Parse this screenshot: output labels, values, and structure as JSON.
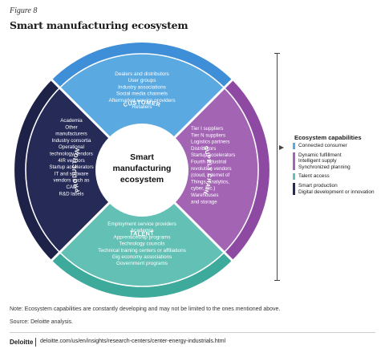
{
  "header": {
    "figure_label": "Figure 8",
    "title": "Smart manufacturing ecosystem"
  },
  "center": {
    "lines": [
      "Smart",
      "manufacturing",
      "ecosystem"
    ]
  },
  "segments": {
    "customer": {
      "label": "CUSTOMER",
      "color": "#5aa9e0",
      "ring_color": "#3f8ed8",
      "items": [
        "Dealers and distributors",
        "User groups",
        "Industry associations",
        "Social media channels",
        "Aftermarket service providers",
        "Retailers"
      ]
    },
    "supply_chain": {
      "label": "SUPPLY CHAIN",
      "color": "#a364b4",
      "ring_color": "#8e4aa2",
      "items": [
        "Tier I suppliers",
        "Tier N suppliers",
        "Logistics partners",
        "Distributors",
        "Startup accelerators",
        "Fourth industrial",
        "revolution vendors",
        "(cloud, Internet of",
        "Things, analytics,",
        "cyber, etc.)",
        "Warehouses",
        "and storage"
      ]
    },
    "talent": {
      "label": "TALENT",
      "color": "#62c0b4",
      "ring_color": "#3eaa9c",
      "items": [
        "Employment service providers",
        "Academia",
        "Apprenticeship programs",
        "Technology councils",
        "Technical training centers or affiliations",
        "Gig economy associations",
        "Government programs"
      ]
    },
    "production": {
      "label": "PRODUCTION",
      "color": "#252a57",
      "ring_color": "#1e2248",
      "items": [
        "Academia",
        "Other",
        "manufacturers",
        "Industry consortia",
        "Operational",
        "technology vendors",
        "4IR vendors",
        "Startup accelerators",
        "IT and software",
        "vendors such as",
        "CAD",
        "R&D labels"
      ]
    }
  },
  "capabilities": {
    "heading": "Ecosystem capabilities",
    "groups": [
      {
        "color": "#5aa9e0",
        "items": [
          "Connected consumer"
        ]
      },
      {
        "color": "#a364b4",
        "items": [
          "Dynamic fulfillment",
          "Intelligent supply",
          "Synchronized planning"
        ]
      },
      {
        "color": "#62c0b4",
        "items": [
          "Talent access"
        ]
      },
      {
        "color": "#252a57",
        "items": [
          "Smart production",
          "Digital development or innovation"
        ]
      }
    ]
  },
  "footer": {
    "note": "Note: Ecosystem capabilities are constantly developing and may not be limited to the ones mentioned above.",
    "source": "Source: Deloitte analysis.",
    "brand": "Deloitte",
    "url": "deloitte.com/us/en/insights/research-centers/center-energy-industrials.html"
  }
}
